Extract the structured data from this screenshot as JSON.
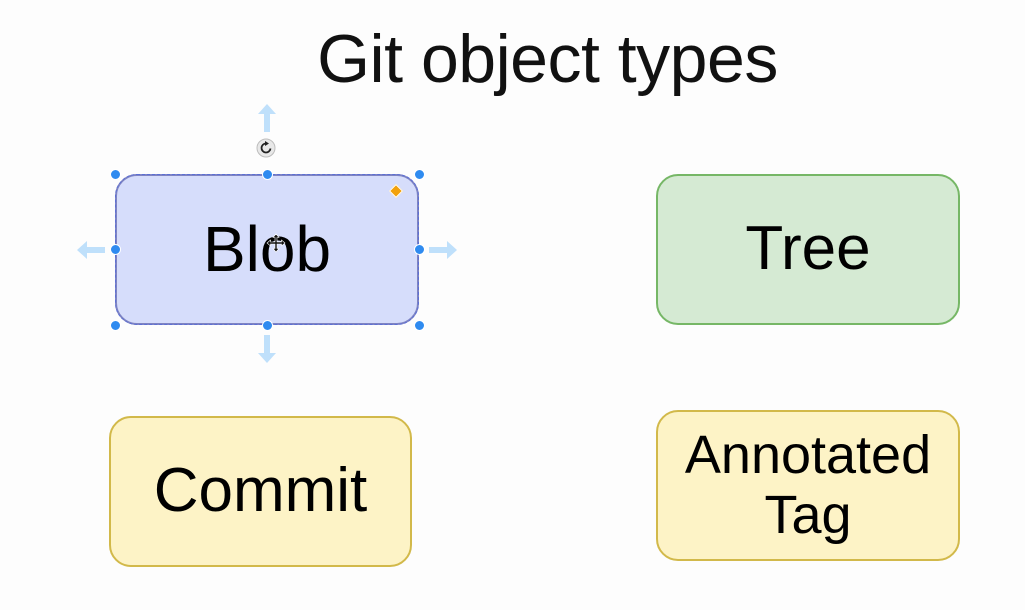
{
  "diagram": {
    "title": "Git object types",
    "nodes": {
      "blob": {
        "label": "Blob"
      },
      "tree": {
        "label": "Tree"
      },
      "commit": {
        "label": "Commit"
      },
      "tag": {
        "label": "Annotated\nTag"
      }
    }
  },
  "colors": {
    "blob_fill": "#d6ddfb",
    "blob_stroke": "#7f84c2",
    "tree_fill": "#d5ead3",
    "tree_stroke": "#76b766",
    "yellow_fill": "#fdf3c6",
    "yellow_stroke": "#d2b94a",
    "selection_handle": "#2f8bf0",
    "arrow_hint": "#bfe0fb",
    "style_diamond": "#f2a10c"
  },
  "selection": {
    "selected_node": "blob",
    "icons": [
      "rotate-icon",
      "move-icon",
      "hover-arrow-icon"
    ]
  }
}
